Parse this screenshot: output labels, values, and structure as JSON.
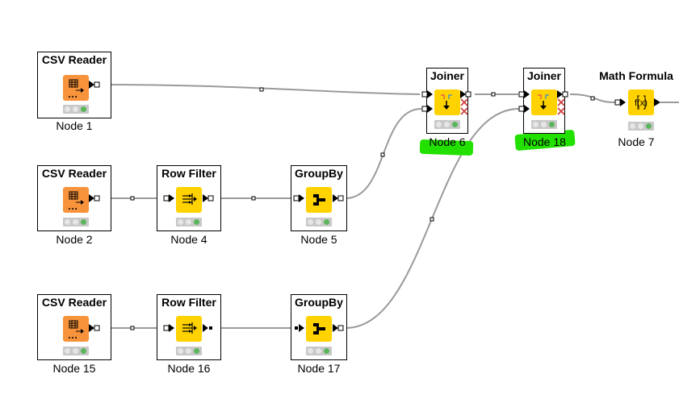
{
  "workflow": {
    "nodes": [
      {
        "id": "n1",
        "title": "CSV Reader",
        "label": "Node 1",
        "type": "csv-reader",
        "status": "executed"
      },
      {
        "id": "n2",
        "title": "CSV Reader",
        "label": "Node 2",
        "type": "csv-reader",
        "status": "executed"
      },
      {
        "id": "n4",
        "title": "Row Filter",
        "label": "Node 4",
        "type": "row-filter",
        "status": "executed"
      },
      {
        "id": "n5",
        "title": "GroupBy",
        "label": "Node 5",
        "type": "groupby",
        "status": "executed"
      },
      {
        "id": "n6",
        "title": "Joiner",
        "label": "Node 6",
        "type": "joiner",
        "status": "executed",
        "highlighted": true
      },
      {
        "id": "n18",
        "title": "Joiner",
        "label": "Node 18",
        "type": "joiner",
        "status": "executed",
        "highlighted": true
      },
      {
        "id": "n7",
        "title": "Math Formula",
        "label": "Node 7",
        "type": "math-formula",
        "status": "executed"
      },
      {
        "id": "n15",
        "title": "CSV Reader",
        "label": "Node 15",
        "type": "csv-reader",
        "status": "executed"
      },
      {
        "id": "n16",
        "title": "Row Filter",
        "label": "Node 16",
        "type": "row-filter",
        "status": "executed"
      },
      {
        "id": "n17",
        "title": "GroupBy",
        "label": "Node 17",
        "type": "groupby",
        "status": "executed"
      }
    ],
    "connections": [
      {
        "from": "Node 1",
        "to": "Node 6",
        "port": 1
      },
      {
        "from": "Node 2",
        "to": "Node 4",
        "port": 1
      },
      {
        "from": "Node 4",
        "to": "Node 5",
        "port": 1
      },
      {
        "from": "Node 5",
        "to": "Node 6",
        "port": 2
      },
      {
        "from": "Node 6",
        "to": "Node 18",
        "port": 1
      },
      {
        "from": "Node 15",
        "to": "Node 16",
        "port": 1
      },
      {
        "from": "Node 16",
        "to": "Node 17",
        "port": 1
      },
      {
        "from": "Node 17",
        "to": "Node 18",
        "port": 2
      },
      {
        "from": "Node 18",
        "to": "Node 7",
        "port": 1
      }
    ],
    "colors": {
      "csv_reader": "#f7933b",
      "manipulator": "#ffd200",
      "status_ok": "#5bb55b",
      "highlight": "#22e000",
      "wire": "#999999"
    }
  }
}
